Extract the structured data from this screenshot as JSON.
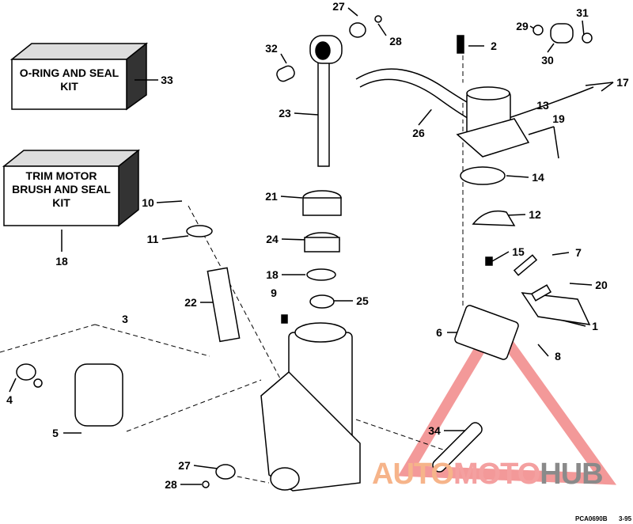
{
  "kits": [
    {
      "id": "33",
      "text": "O-RING AND SEAL KIT"
    },
    {
      "id": "18",
      "text": "TRIM MOTOR BRUSH AND SEAL KIT"
    }
  ],
  "callouts": [
    "27",
    "28",
    "29",
    "31",
    "2",
    "30",
    "32",
    "33",
    "17",
    "13",
    "23",
    "26",
    "19",
    "14",
    "10",
    "21",
    "12",
    "11",
    "24",
    "15",
    "7",
    "18",
    "9",
    "25",
    "20",
    "22",
    "3",
    "1",
    "6",
    "8",
    "4",
    "34",
    "5",
    "27",
    "28",
    "18"
  ],
  "watermark": {
    "part1": "AUTO",
    "part2": "MOTO",
    "part3": "HUB",
    "colors": {
      "auto": "#f6b48a",
      "moto": "#f4a0a0",
      "hub": "#8a8a8a",
      "triangle": "#f08080"
    }
  },
  "footer": {
    "code": "PCA0690B",
    "page": "3-95"
  }
}
